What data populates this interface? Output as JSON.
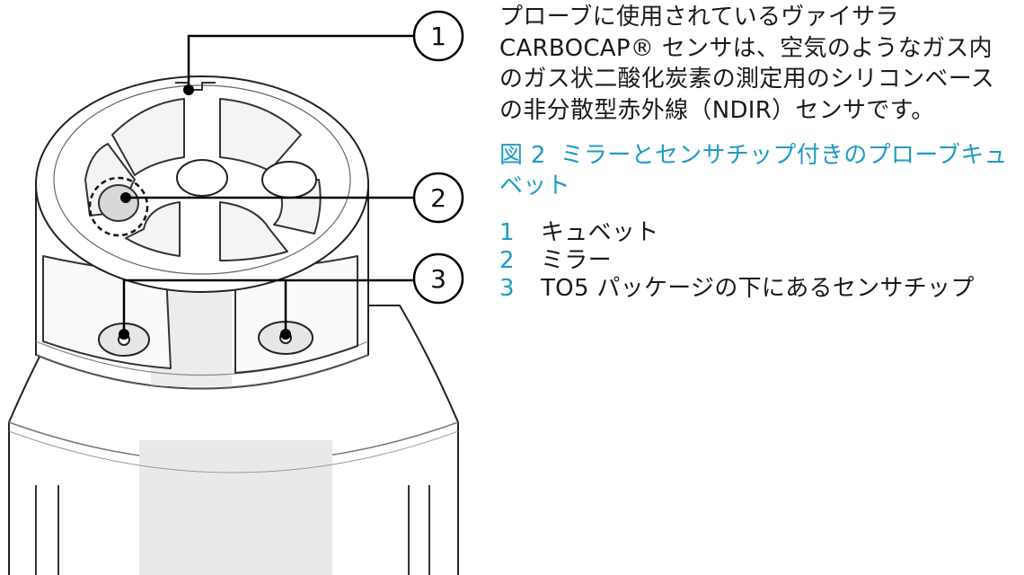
{
  "figure": {
    "callouts": [
      "1",
      "2",
      "3"
    ]
  },
  "description": "プローブに使用されているヴァイサラ CARBOCAP® センサは、空気のようなガス内のガス状二酸化炭素の測定用のシリコンベースの非分散型赤外線（NDIR）センサです。",
  "caption": {
    "number": "図 2",
    "text": "ミラーとセンサチップ付きのプローブキュベット"
  },
  "legend": [
    {
      "num": "1",
      "label": "キュベット"
    },
    {
      "num": "2",
      "label": "ミラー"
    },
    {
      "num": "3",
      "label": "TO5 パッケージの下にあるセンサチップ"
    }
  ],
  "colors": {
    "accent": "#1f9bc4",
    "text": "#1a1a1a",
    "line": "#111111"
  }
}
